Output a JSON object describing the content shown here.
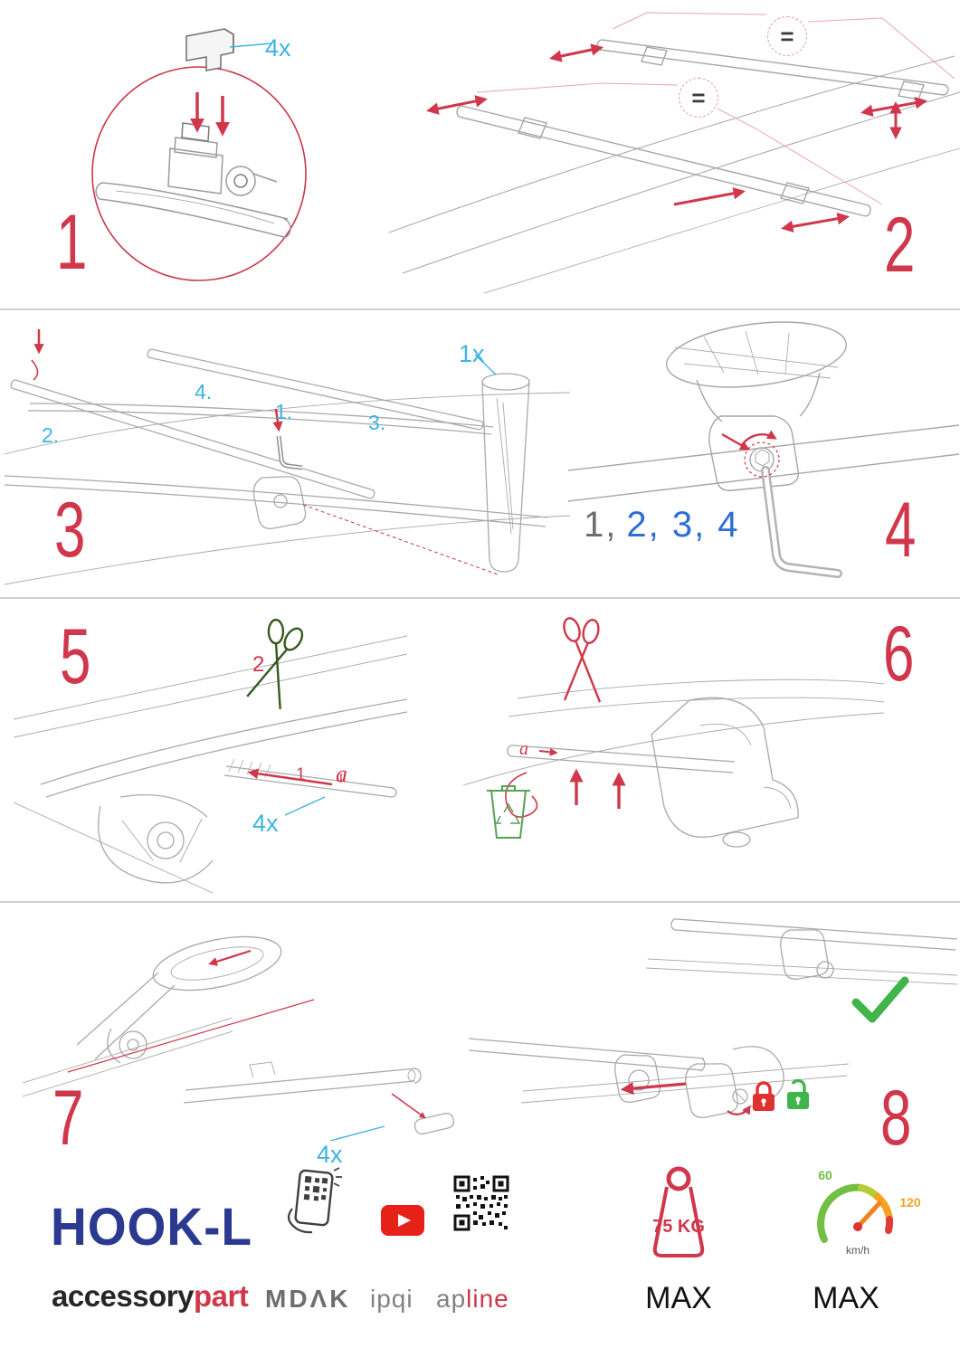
{
  "colors": {
    "accent_red": "#d0374b",
    "label_blue": "#3fb3e3",
    "sequence_blue": "#2b6fd6",
    "brand_navy": "#2b3991",
    "success_green": "#41b549",
    "warn_orange": "#f5a21f",
    "gauge_green": "#72bf44",
    "line_gray": "#a6a6a6"
  },
  "steps": {
    "step1": {
      "number": "1",
      "qty": "4x"
    },
    "step2": {
      "number": "2",
      "equal": "="
    },
    "step3": {
      "number": "3",
      "qty": "1x",
      "sub1": "1.",
      "sub2": "2.",
      "sub3": "3.",
      "sub4": "4."
    },
    "step4": {
      "number": "4",
      "seq_gray": "1,",
      "seq_blue": "2, 3, 4"
    },
    "step5": {
      "number": "5",
      "cut_label": "2",
      "order_label": "1",
      "part_label": "a",
      "qty": "4x"
    },
    "step6": {
      "number": "6",
      "part_label": "a"
    },
    "step7": {
      "number": "7",
      "qty": "4x"
    },
    "step8": {
      "number": "8"
    }
  },
  "footer": {
    "product_name": "HOOK-L",
    "brand_primary": "accessory",
    "brand_accent": "part",
    "logo_mdak": "MDΛK",
    "logo_ipqi": "ipqi",
    "logo_ap": "ap",
    "logo_line": "line",
    "weight_value": "75 KG",
    "weight_max": "MAX",
    "speed_low": "60",
    "speed_high": "120",
    "speed_unit": "km/h",
    "speed_max": "MAX"
  }
}
